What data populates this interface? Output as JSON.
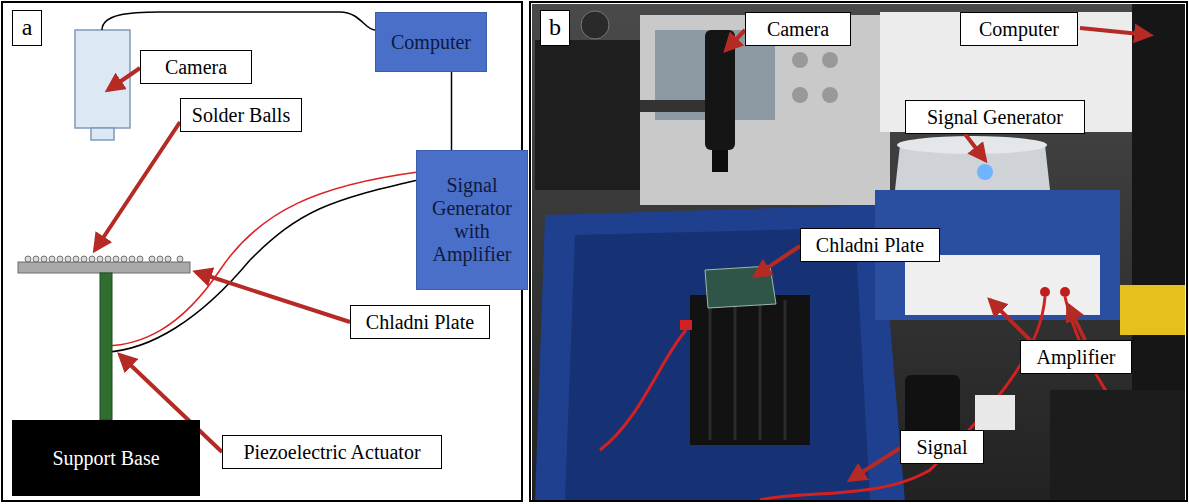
{
  "diagram": {
    "nodes": [
      {
        "text": [
          "a"
        ]
      },
      {
        "text": [
          "Camera"
        ]
      },
      {
        "text": [
          "Computer"
        ]
      },
      {
        "text": [
          "Solder Balls"
        ]
      },
      {
        "text": [
          "Signal Generator with Amplifier"
        ]
      },
      {
        "text": [
          "Chladni Plate"
        ]
      },
      {
        "text": [
          "Support Base"
        ]
      },
      {
        "text": [
          "Piezoelectric Actuator"
        ]
      },
      {
        "text": [
          "b"
        ]
      },
      {
        "text": [
          "Camera"
        ]
      },
      {
        "text": [
          "Computer"
        ]
      },
      {
        "text": [
          "Signal Generator"
        ]
      },
      {
        "text": [
          "Chladni Plate"
        ]
      },
      {
        "text": [
          "Amplifier"
        ]
      },
      {
        "text": [
          "Signal"
        ]
      }
    ],
    "edges": [
      {
        "from": 2,
        "to": 4,
        "arrow": "none"
      }
    ]
  }
}
